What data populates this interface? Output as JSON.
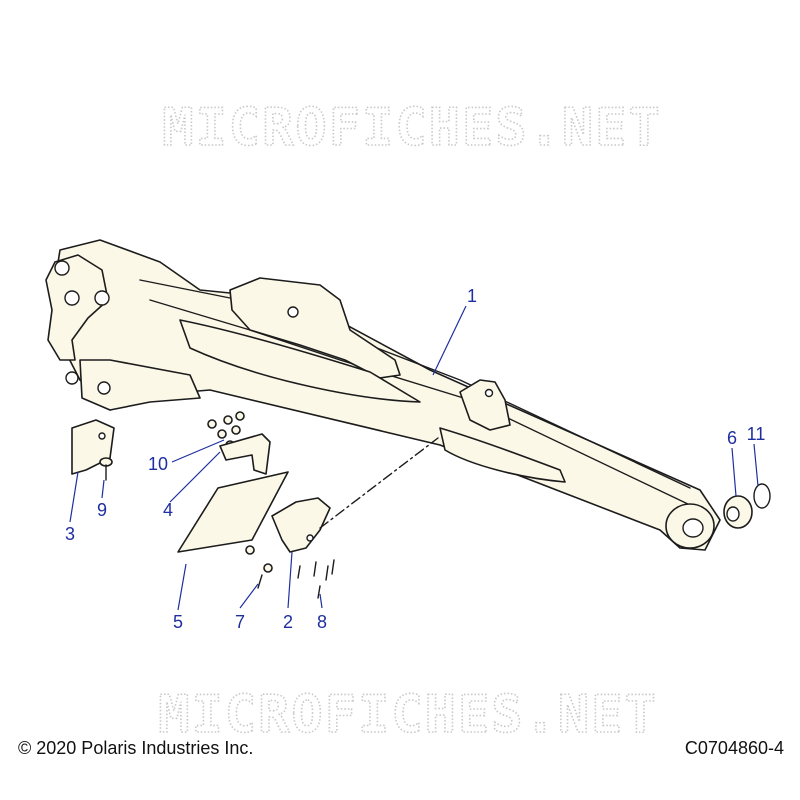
{
  "watermark_text": "MICROFICHES.NET",
  "callouts": [
    "1",
    "2",
    "3",
    "4",
    "5",
    "6",
    "7",
    "8",
    "9",
    "10",
    "11"
  ],
  "copyright": "© 2020 Polaris Industries Inc.",
  "figure_code": "C0704860-4",
  "colors": {
    "callout": "#1f2fa0",
    "part_fill": "#fbf8e8",
    "line": "#1c1c1c",
    "watermark": "#c9c9c9"
  }
}
